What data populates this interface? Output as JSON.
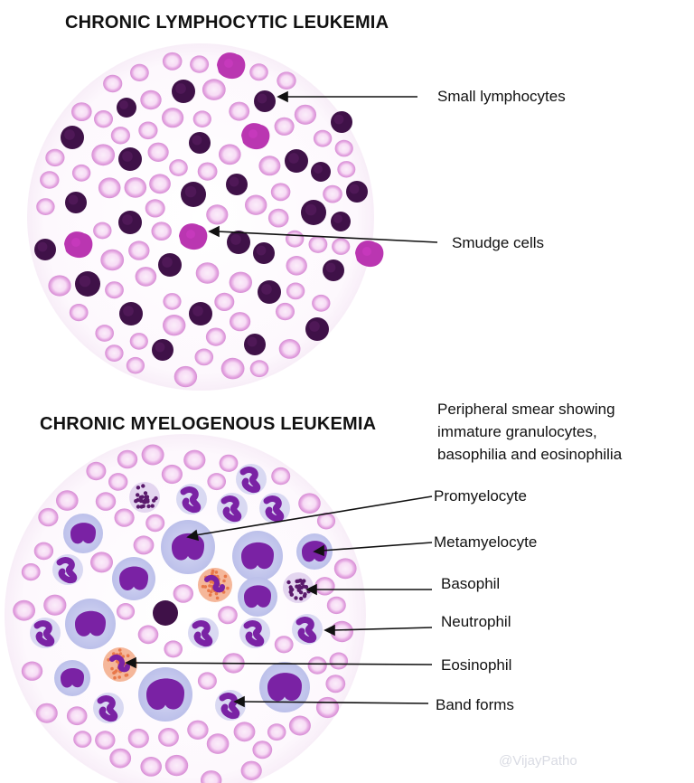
{
  "top_panel": {
    "title": "CHRONIC LYMPHOCYTIC LEUKEMIA",
    "labels": [
      "Small lymphocytes",
      "Smudge cells"
    ]
  },
  "bottom_panel": {
    "title": "CHRONIC MYELOGENOUS LEUKEMIA",
    "caption_lines": [
      "Peripheral smear showing",
      "immature granulocytes,",
      "basophilia and eosinophilia"
    ],
    "labels": [
      "Promyelocyte",
      "Metamyelocyte",
      "Basophil",
      "Neutrophil",
      "Eosinophil",
      "Band forms"
    ]
  },
  "watermark": "@VijayPatho",
  "colors": {
    "rbc": "#e2a4e0",
    "rbc_pale": "#fbeefa",
    "lymphocyte": "#3f1148",
    "smudge": "#b320a8",
    "nucleus": "#7a22a4",
    "cytoplasm": "#ccd0f0",
    "eosinophil_granules": "#e8784a",
    "basophil_granules": "#5a1a6c"
  }
}
